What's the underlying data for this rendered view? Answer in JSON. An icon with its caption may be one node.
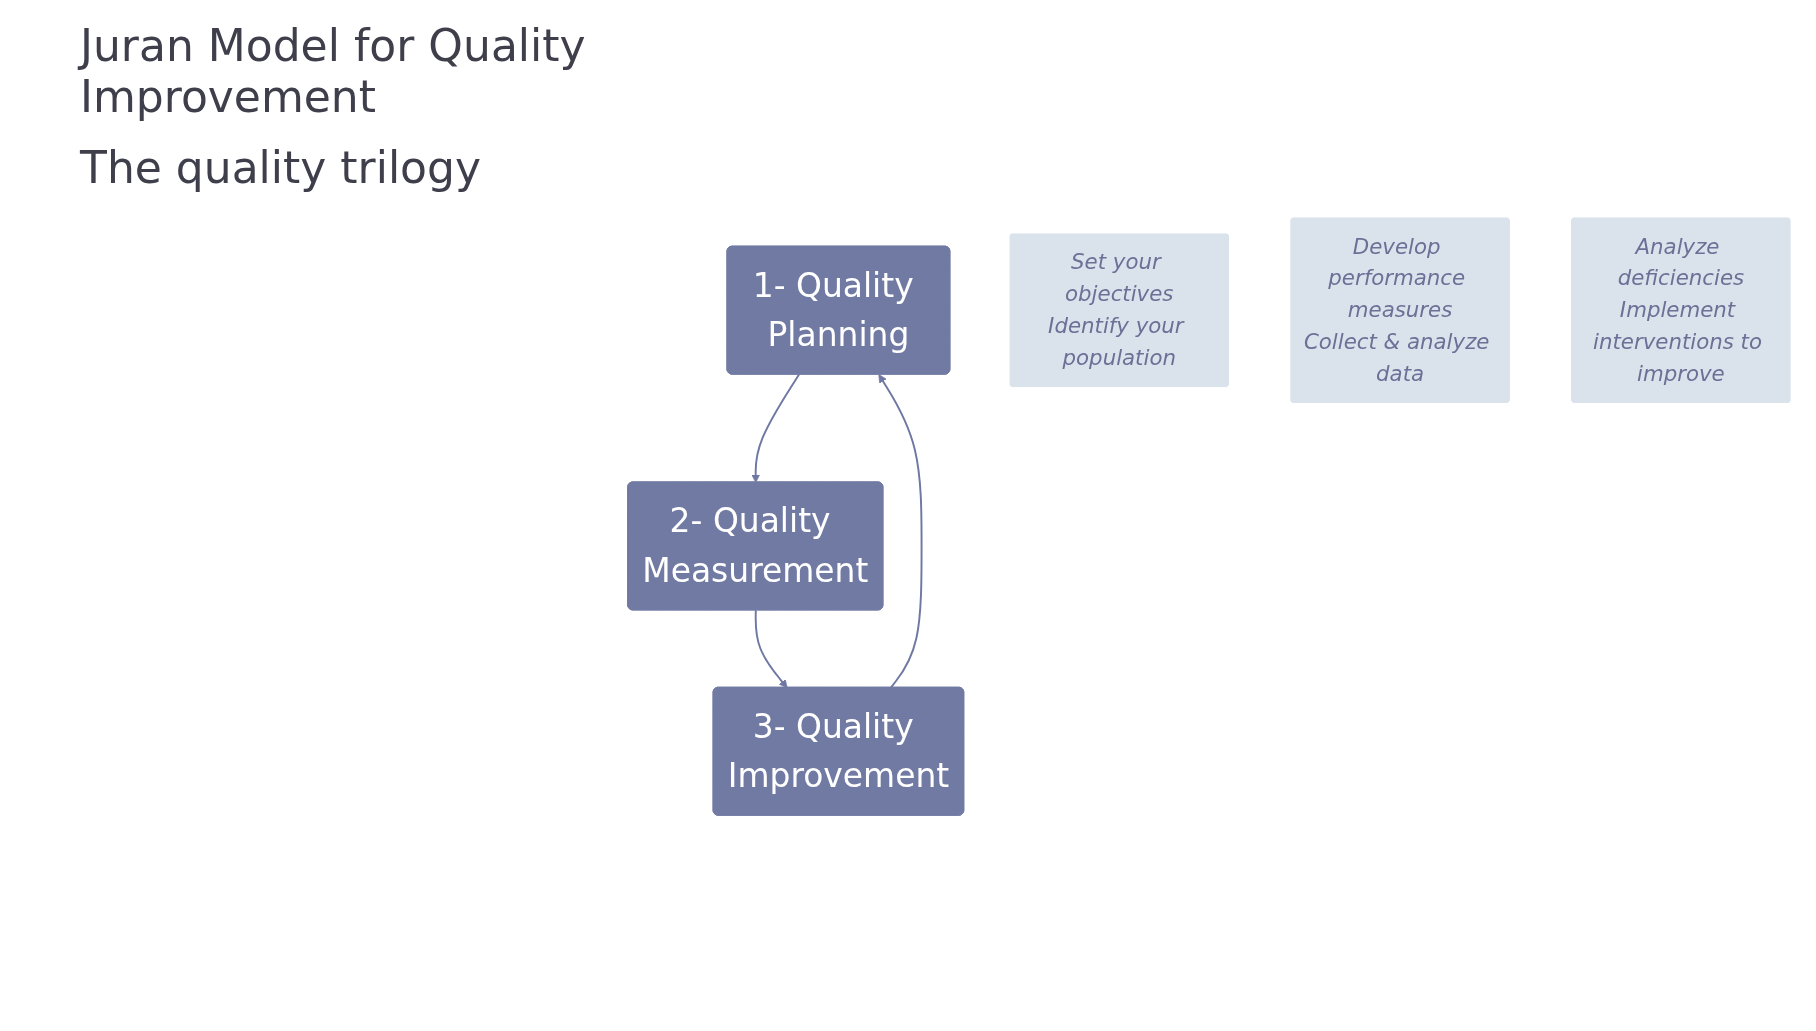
{
  "diagram": {
    "nodes": [
      {
        "text": [
          "1- Quality Planning"
        ]
      },
      {
        "text": [
          "Set your objectives",
          "Identify your population"
        ]
      },
      {
        "text": [
          "2- Quality Measurement"
        ]
      },
      {
        "text": [
          "Develop performance measures",
          "Collect & analyze data"
        ]
      },
      {
        "text": [
          "3- Quality Improvement"
        ]
      },
      {
        "text": [
          "Analyze deficiencies",
          "Implement interventions to improve"
        ]
      }
    ],
    "edges": [
      {
        "from": 0,
        "to": 2,
        "arrow": "to"
      },
      {
        "from": 2,
        "to": 4,
        "arrow": "to"
      },
      {
        "from": 4,
        "to": 0,
        "arrow": "to"
      }
    ],
    "labels": [
      "Juran Model for Quality Improvement",
      "The quality trilogy"
    ]
  }
}
